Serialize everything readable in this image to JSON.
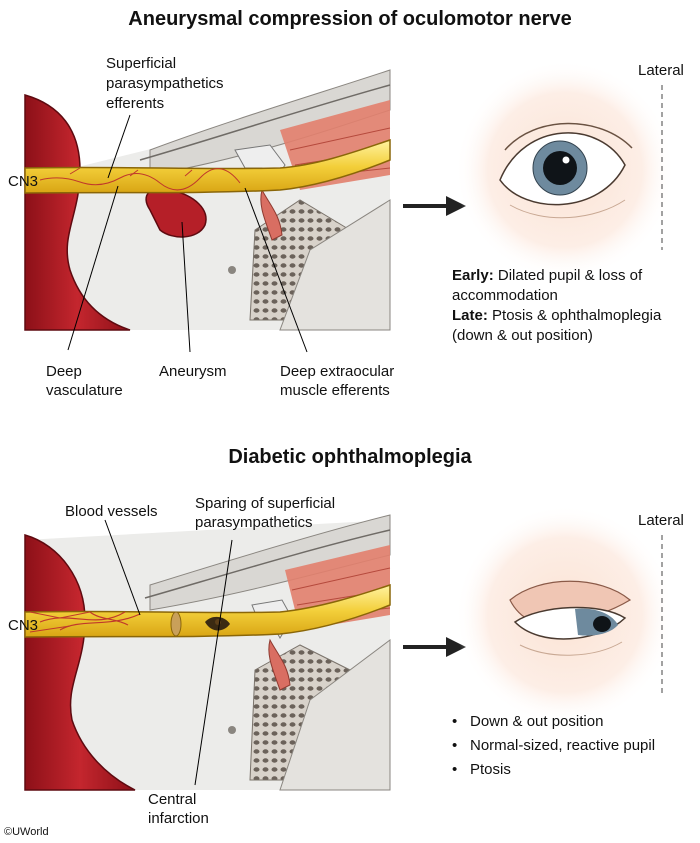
{
  "panel_top": {
    "title": "Aneurysmal compression of oculomotor nerve",
    "labels": {
      "superficial": "Superficial parasympathetics efferents",
      "cn3": "CN3",
      "deep_vasculature": "Deep vasculature",
      "aneurysm": "Aneurysm",
      "deep_extraocular": "Deep extraocular muscle efferents",
      "lateral": "Lateral"
    },
    "findings": {
      "early_label": "Early:",
      "early_text": "Dilated pupil & loss of accommodation",
      "late_label": "Late:",
      "late_text": "Ptosis & ophthalmoplegia (down & out position)"
    }
  },
  "panel_bottom": {
    "title": "Diabetic ophthalmoplegia",
    "labels": {
      "blood_vessels": "Blood vessels",
      "sparing": "Sparing of superficial parasympathetics",
      "cn3": "CN3",
      "central_infarction": "Central infarction",
      "lateral": "Lateral"
    },
    "findings": [
      "Down & out position",
      "Normal-sized, reactive pupil",
      "Ptosis"
    ]
  },
  "copyright": "©UWorld"
}
